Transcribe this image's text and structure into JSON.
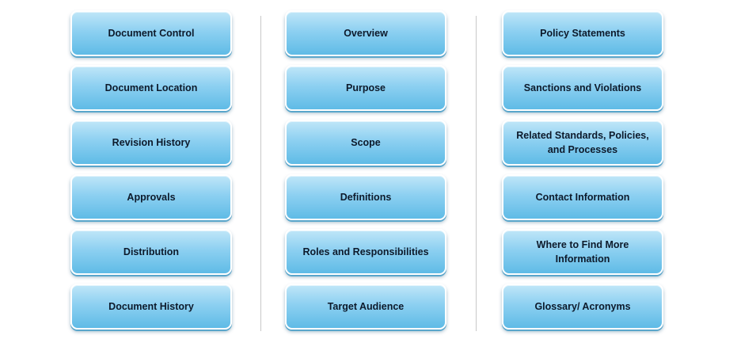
{
  "columns": [
    {
      "items": [
        "Document Control",
        "Document Location",
        "Revision History",
        "Approvals",
        "Distribution",
        "Document History"
      ]
    },
    {
      "items": [
        "Overview",
        "Purpose",
        "Scope",
        "Definitions",
        "Roles and Responsibilities",
        "Target Audience"
      ]
    },
    {
      "items": [
        "Policy Statements",
        "Sanctions and Violations",
        "Related Standards, Policies,\nand Processes",
        "Contact Information",
        "Where to Find More\nInformation",
        "Glossary/ Acronyms"
      ]
    }
  ]
}
